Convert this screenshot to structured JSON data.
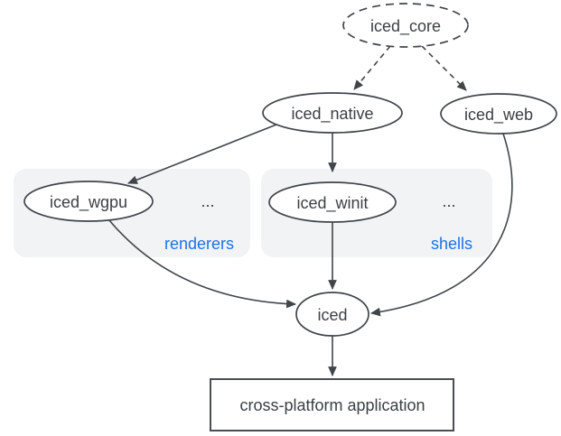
{
  "nodes": {
    "core": {
      "label": "iced_core"
    },
    "native": {
      "label": "iced_native"
    },
    "web": {
      "label": "iced_web"
    },
    "wgpu": {
      "label": "iced_wgpu"
    },
    "winit": {
      "label": "iced_winit"
    },
    "iced": {
      "label": "iced"
    },
    "app": {
      "label": "cross-platform application"
    }
  },
  "groups": {
    "renderers": {
      "label": "renderers",
      "more": "..."
    },
    "shells": {
      "label": "shells",
      "more": "..."
    }
  },
  "edges": [
    {
      "from": "iced_core",
      "to": "iced_native",
      "style": "dashed"
    },
    {
      "from": "iced_core",
      "to": "iced_web",
      "style": "dashed"
    },
    {
      "from": "iced_native",
      "to": "iced_wgpu",
      "style": "solid"
    },
    {
      "from": "iced_native",
      "to": "iced_winit",
      "style": "solid"
    },
    {
      "from": "iced_wgpu",
      "to": "iced",
      "style": "solid"
    },
    {
      "from": "iced_winit",
      "to": "iced",
      "style": "solid"
    },
    {
      "from": "iced_web",
      "to": "iced",
      "style": "solid"
    },
    {
      "from": "iced",
      "to": "cross-platform application",
      "style": "solid"
    }
  ],
  "colors": {
    "stroke": "#40454a",
    "text": "#3c4043",
    "group_label": "#1a73e8",
    "group_fill": "#f1f3f5",
    "background": "#ffffff"
  }
}
